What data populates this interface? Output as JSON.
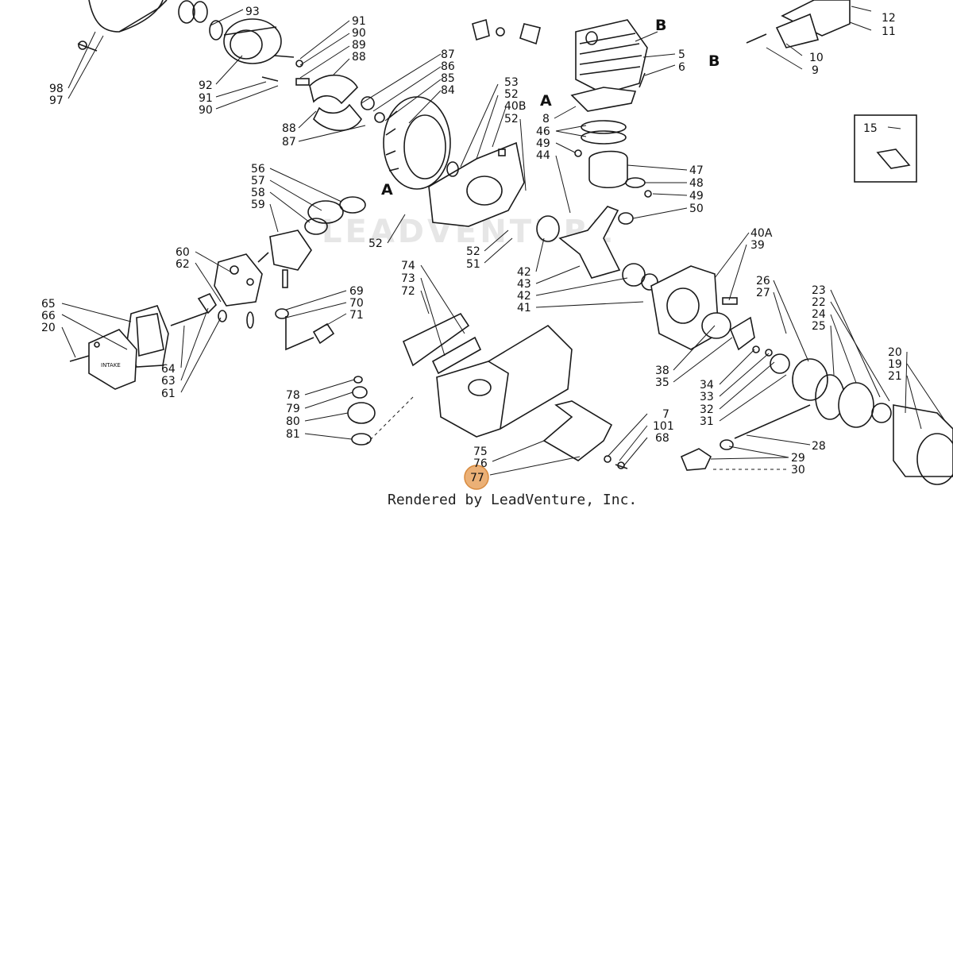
{
  "watermark": "LEADVENTURE",
  "credit": "Rendered by LeadVenture, Inc.",
  "highlight_color": "#E8A25E",
  "highlighted_part": "77",
  "section_letters": {
    "a1": "A",
    "a2": "A",
    "b1": "B",
    "b2": "B"
  },
  "callouts": {
    "p12": "12",
    "p11": "11",
    "p10": "10",
    "p9": "9",
    "p15": "15",
    "p5": "5",
    "p6": "6",
    "p8": "8",
    "p46": "46",
    "p49a": "49",
    "p44": "44",
    "p47": "47",
    "p48": "48",
    "p49b": "49",
    "p50": "50",
    "p53": "53",
    "p52a": "52",
    "p40b": "40B",
    "p52b": "52",
    "p87a": "87",
    "p86": "86",
    "p85": "85",
    "p84": "84",
    "p91a": "91",
    "p90a": "90",
    "p89": "89",
    "p88a": "88",
    "p92": "92",
    "p91b": "91",
    "p90b": "90",
    "p88b": "88",
    "p87b": "87",
    "p98": "98",
    "p97": "97",
    "p93": "93",
    "p56": "56",
    "p57": "57",
    "p58": "58",
    "p59": "59",
    "p52c": "52",
    "p52d": "52",
    "p51": "51",
    "p60": "60",
    "p62": "62",
    "p65": "65",
    "p66": "66",
    "p20a": "20",
    "p64": "64",
    "p63": "63",
    "p61": "61",
    "p69": "69",
    "p70": "70",
    "p71": "71",
    "p74": "74",
    "p73": "73",
    "p72": "72",
    "p42a": "42",
    "p43": "43",
    "p42b": "42",
    "p41": "41",
    "p40a": "40A",
    "p39": "39",
    "p26": "26",
    "p27": "27",
    "p23": "23",
    "p22": "22",
    "p24": "24",
    "p25": "25",
    "p20b": "20",
    "p19": "19",
    "p21": "21",
    "p38": "38",
    "p35": "35",
    "p34": "34",
    "p33": "33",
    "p32": "32",
    "p31": "31",
    "p78": "78",
    "p79": "79",
    "p80": "80",
    "p81": "81",
    "p75": "75",
    "p76": "76",
    "p77": "77",
    "p7": "7",
    "p101": "101",
    "p68": "68",
    "p28": "28",
    "p29": "29",
    "p30": "30"
  }
}
